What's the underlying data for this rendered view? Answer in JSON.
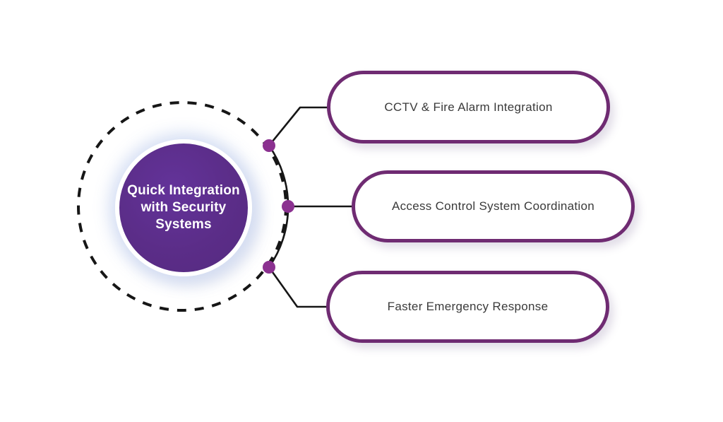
{
  "diagram": {
    "center": {
      "label": "Quick Integration with Security Systems",
      "lines": [
        "Quick Integration",
        "with Security",
        "Systems"
      ]
    },
    "nodes": [
      {
        "label": "CCTV & Fire Alarm Integration"
      },
      {
        "label": "Access Control System Coordination"
      },
      {
        "label": "Faster Emergency Response"
      }
    ],
    "colors": {
      "center_fill": "#5b2d88",
      "center_text": "#ffffff",
      "node_border": "#6f2b72",
      "node_text": "#3a3a3a",
      "connector": "#161616",
      "dot": "#8b3190",
      "background": "#ffffff"
    }
  }
}
